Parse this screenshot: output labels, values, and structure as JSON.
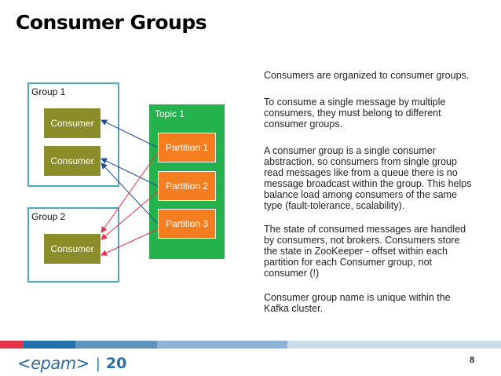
{
  "slide": {
    "title": "Consumer Groups",
    "page_number": "8",
    "logo": {
      "main": "<epam>",
      "separator": "|",
      "number": "20"
    }
  },
  "diagram": {
    "groups": [
      {
        "label": "Group 1",
        "consumers": [
          "Consumer",
          "Consumer"
        ]
      },
      {
        "label": "Group 2",
        "consumers": [
          "Consumer"
        ]
      }
    ],
    "topic": {
      "label": "Topic 1",
      "partitions": [
        "Partition 1",
        "Partition 2",
        "Partition 3"
      ]
    },
    "colors": {
      "group_border": "#4aa8c8",
      "consumer": "#8b8c2a",
      "topic": "#23b24b",
      "partition": "#f47d20",
      "arrow_group1": "#1f4f9c",
      "arrow_group2": "#e8324b"
    }
  },
  "paragraphs": [
    "Consumers are organized to consumer groups.",
    "To consume a single message by multiple consumers, they must belong to different consumer groups.",
    "A consumer group is a single consumer abstraction, so consumers from single group read messages like from a queue there is no message broadcast within the group. This helps balance load among consumers of the same type (fault-tolerance, scalability).",
    "The state of consumed messages are handled by consumers, not brokers. Consumers store the state in ZooKeeper - offset within each partition for each Consumer group, not consumer (!)",
    "Consumer group name is unique within the Kafka cluster."
  ],
  "footer": {
    "bar_colors": [
      "#e8324b",
      "#1f6fa8",
      "#5c93bf",
      "#8db4d6",
      "#c9dcec"
    ]
  }
}
